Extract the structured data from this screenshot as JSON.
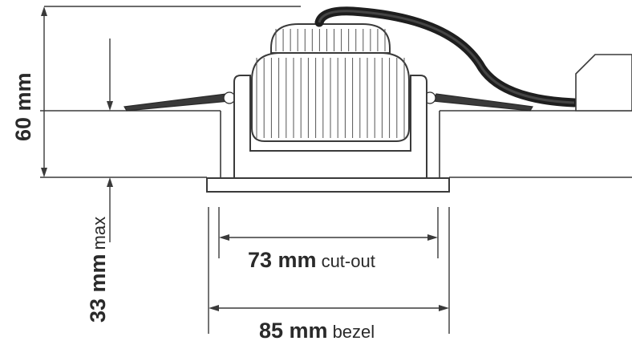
{
  "dimensions": {
    "height": {
      "value": "60 mm",
      "qualifier": ""
    },
    "ceiling_depth": {
      "value": "33 mm",
      "qualifier": "max"
    },
    "cutout": {
      "value": "73 mm",
      "qualifier": "cut-out"
    },
    "bezel": {
      "value": "85 mm",
      "qualifier": "bezel"
    }
  },
  "colors": {
    "line": "#3a3a3a",
    "cable": "#1e1e1e",
    "text": "#2a2a2a"
  },
  "fin_count": 20
}
